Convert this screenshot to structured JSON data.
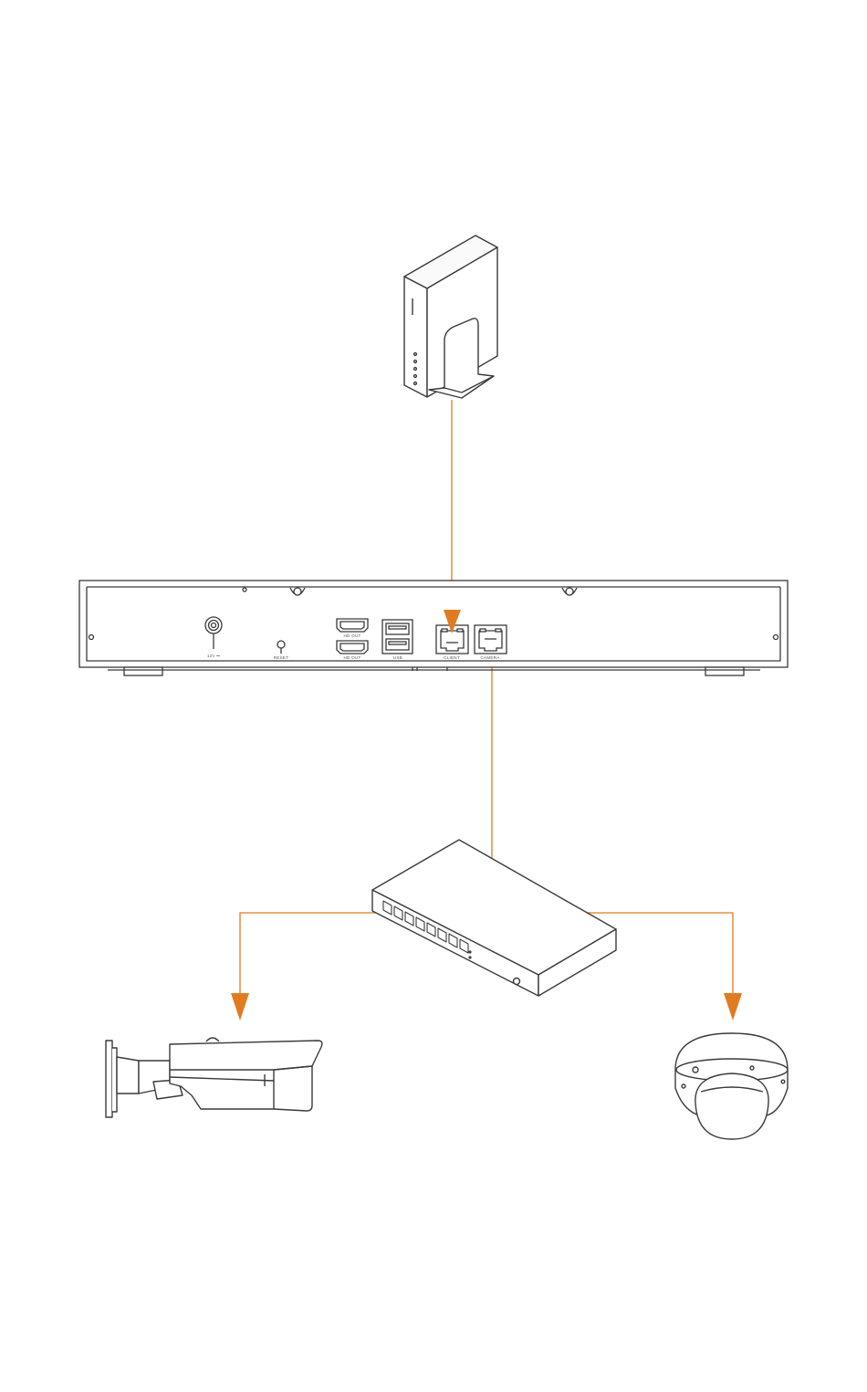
{
  "colors": {
    "line": "#e07b1f",
    "outline": "#3a3a3a",
    "face": "#ffffff",
    "shade": "#f2f2f2"
  },
  "nvr": {
    "labels": {
      "power": "12V ⎓",
      "reset": "RESET",
      "hdmi_out": "HD OUT",
      "hdmi_out2": "HD OUT",
      "usb": "USB",
      "client": "CLIENT",
      "camera": "CAMERA"
    }
  },
  "icons": [
    "router-icon",
    "nvr-icon",
    "switch-icon",
    "bullet-camera-icon",
    "dome-camera-icon"
  ],
  "connections": [
    {
      "from": "router",
      "to": "nvr-client-port"
    },
    {
      "from": "nvr-camera-port",
      "to": "poe-switch"
    },
    {
      "from": "poe-switch",
      "to": "bullet-camera"
    },
    {
      "from": "poe-switch",
      "to": "dome-camera"
    }
  ]
}
